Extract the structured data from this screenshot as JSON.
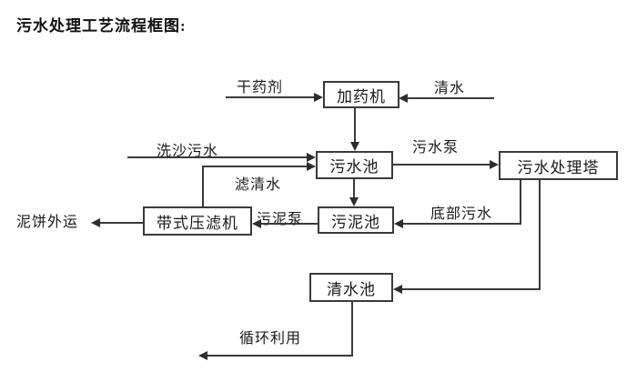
{
  "title": "污水处理工艺流程框图:",
  "diagram": {
    "nodes": {
      "dosing_machine": "加药机",
      "sewage_pool": "污水池",
      "sewage_treatment_tower": "污水处理塔",
      "sludge_pool": "污泥池",
      "belt_filter_press": "带式压滤机",
      "clean_water_pool": "清水池"
    },
    "flow_labels": {
      "dry_chemical": "干药剂",
      "clean_water": "清水",
      "sand_washing_sewage": "洗沙污水",
      "sewage_pump": "污水泵",
      "filtered_water": "滤清水",
      "sludge_pump": "污泥泵",
      "bottom_sewage": "底部污水",
      "mud_cake_outbound": "泥饼外运",
      "recycling": "循环利用"
    },
    "colors": {
      "line": "#3a3a3a",
      "text": "#1a1a1a",
      "background": "#ffffff"
    }
  }
}
